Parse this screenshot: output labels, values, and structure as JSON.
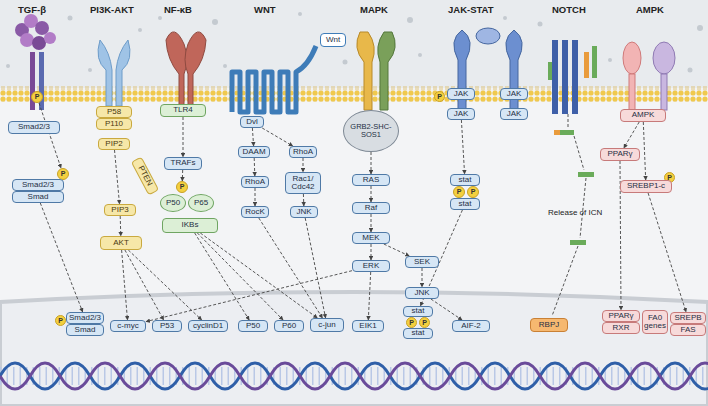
{
  "diagram": {
    "nodes": [
      {
        "text": [
          "Wnt"
        ]
      },
      {
        "text": [
          "P"
        ]
      },
      {
        "text": [
          "Smad2/3"
        ]
      },
      {
        "text": [
          "P"
        ]
      },
      {
        "text": [
          "Smad2/3"
        ]
      },
      {
        "text": [
          "Smad"
        ]
      },
      {
        "text": [
          "P58"
        ]
      },
      {
        "text": [
          "P110"
        ]
      },
      {
        "text": [
          "PIP2"
        ]
      },
      {
        "text": [
          "PTEN"
        ]
      },
      {
        "text": [
          "PIP3"
        ]
      },
      {
        "text": [
          "AKT"
        ]
      },
      {
        "text": [
          "TLR4"
        ]
      },
      {
        "text": [
          "TRAFs"
        ]
      },
      {
        "text": [
          "P"
        ]
      },
      {
        "text": [
          "P50"
        ]
      },
      {
        "text": [
          "P65"
        ]
      },
      {
        "text": [
          "IKBs"
        ]
      },
      {
        "text": [
          "Dvl"
        ]
      },
      {
        "text": [
          "DAAM"
        ]
      },
      {
        "text": [
          "RhoA"
        ]
      },
      {
        "text": [
          "RocK"
        ]
      },
      {
        "text": [
          "RhoA"
        ]
      },
      {
        "text": [
          "Rac1/ Cdc42"
        ]
      },
      {
        "text": [
          "JNK"
        ]
      },
      {
        "text": [
          "GRB2-SHC-SOS1"
        ]
      },
      {
        "text": [
          "RAS"
        ]
      },
      {
        "text": [
          "Raf"
        ]
      },
      {
        "text": [
          "MEK"
        ]
      },
      {
        "text": [
          "ERK"
        ]
      },
      {
        "text": [
          "SEK"
        ]
      },
      {
        "text": [
          "JNK"
        ]
      },
      {
        "text": [
          "P"
        ]
      },
      {
        "text": [
          "JAK"
        ]
      },
      {
        "text": [
          "JAK"
        ]
      },
      {
        "text": [
          "JAK"
        ]
      },
      {
        "text": [
          "JAK"
        ]
      },
      {
        "text": [
          "stat"
        ]
      },
      {
        "text": [
          "P"
        ]
      },
      {
        "text": [
          "P"
        ]
      },
      {
        "text": [
          "stat"
        ]
      },
      {
        "text": [
          "AMPK"
        ]
      },
      {
        "text": [
          "PPARγ"
        ]
      },
      {
        "text": [
          "P"
        ]
      },
      {
        "text": [
          "SREBP1-c"
        ]
      },
      {
        "text": [
          "P"
        ]
      },
      {
        "text": [
          "Smad2/3"
        ]
      },
      {
        "text": [
          "Smad"
        ]
      },
      {
        "text": [
          "c-myc"
        ]
      },
      {
        "text": [
          "P53"
        ]
      },
      {
        "text": [
          "cyclinD1"
        ]
      },
      {
        "text": [
          "P50"
        ]
      },
      {
        "text": [
          "P60"
        ]
      },
      {
        "text": [
          "c-jun"
        ]
      },
      {
        "text": [
          "EIK1"
        ]
      },
      {
        "text": [
          "stat"
        ]
      },
      {
        "text": [
          "P"
        ]
      },
      {
        "text": [
          "P"
        ]
      },
      {
        "text": [
          "stat"
        ]
      },
      {
        "text": [
          "AIF-2"
        ]
      },
      {
        "text": [
          "RBPJ"
        ]
      },
      {
        "text": [
          "PPARγ"
        ]
      },
      {
        "text": [
          "RXR"
        ]
      },
      {
        "text": [
          "FA0 genes"
        ]
      },
      {
        "text": [
          "SREPB"
        ]
      },
      {
        "text": [
          "FAS"
        ]
      }
    ],
    "edges": [
      {
        "from": 1,
        "to": 3,
        "arrow": "to"
      },
      {
        "from": 5,
        "to": 46,
        "arrow": "to"
      },
      {
        "from": 8,
        "to": 10,
        "arrow": "to"
      },
      {
        "from": 10,
        "to": 11,
        "arrow": "to"
      },
      {
        "from": 11,
        "to": 48,
        "arrow": "to"
      },
      {
        "from": 11,
        "to": 49,
        "arrow": "to"
      },
      {
        "from": 11,
        "to": 50,
        "arrow": "to"
      },
      {
        "from": 12,
        "to": 13,
        "arrow": "to"
      },
      {
        "from": 13,
        "to": 14,
        "arrow": "to"
      },
      {
        "from": 17,
        "to": 51,
        "arrow": "to"
      },
      {
        "from": 17,
        "to": 52,
        "arrow": "to"
      },
      {
        "from": 17,
        "to": 53,
        "arrow": "to"
      },
      {
        "from": 18,
        "to": 19,
        "arrow": "to"
      },
      {
        "from": 18,
        "to": 22,
        "arrow": "to"
      },
      {
        "from": 19,
        "to": 20,
        "arrow": "to"
      },
      {
        "from": 20,
        "to": 21,
        "arrow": "to"
      },
      {
        "from": 22,
        "to": 23,
        "arrow": "to"
      },
      {
        "from": 23,
        "to": 24,
        "arrow": "to"
      },
      {
        "from": 21,
        "to": 53,
        "arrow": "to"
      },
      {
        "from": 24,
        "to": 53,
        "arrow": "to"
      },
      {
        "from": 25,
        "to": 26,
        "arrow": "to"
      },
      {
        "from": 26,
        "to": 27,
        "arrow": "to"
      },
      {
        "from": 27,
        "to": 28,
        "arrow": "to"
      },
      {
        "from": 28,
        "to": 29,
        "arrow": "to"
      },
      {
        "from": 28,
        "to": 30,
        "arrow": "to"
      },
      {
        "from": 30,
        "to": 31,
        "arrow": "to"
      },
      {
        "from": 29,
        "to": 54,
        "arrow": "to"
      },
      {
        "from": 29,
        "to": 48,
        "arrow": "to"
      },
      {
        "from": 31,
        "to": 59,
        "arrow": "to"
      },
      {
        "from": 35,
        "to": 37,
        "arrow": "to"
      },
      {
        "from": 40,
        "to": 55,
        "arrow": "to"
      },
      {
        "from": 41,
        "to": 42,
        "arrow": "to"
      },
      {
        "from": 41,
        "to": 44,
        "arrow": "to"
      },
      {
        "from": 42,
        "to": 61,
        "arrow": "to"
      },
      {
        "from": 44,
        "to": 64,
        "arrow": "to"
      }
    ],
    "labels": [
      "TGF-β",
      "PI3K-AKT",
      "NF-κB",
      "WNT",
      "MAPK",
      "JAK-STAT",
      "NOTCH",
      "AMPK",
      "Release of ICN"
    ]
  }
}
